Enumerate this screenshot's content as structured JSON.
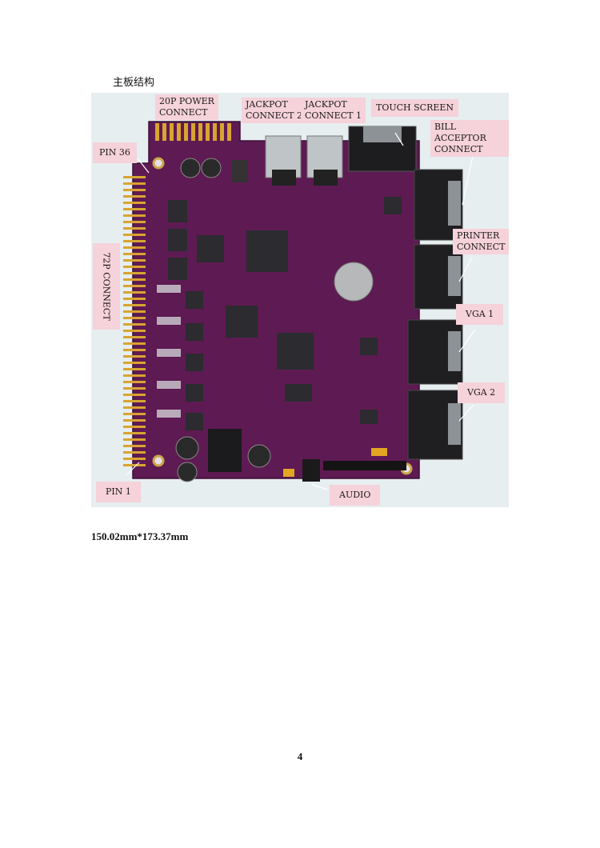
{
  "heading": "主板结构",
  "labels": {
    "power": "20P POWER\nCONNECT",
    "jackpot2": "JACKPOT\nCONNECT 2",
    "jackpot1": "JACKPOT\nCONNECT 1",
    "touch": "TOUCH SCREEN",
    "bill": "BILL ACCEPTOR\nCONNECT",
    "pin36": "PIN 36",
    "connect72": "72P CONNECT",
    "printer": "PRINTER\nCONNECT",
    "vga1": "VGA 1",
    "vga2": "VGA 2",
    "pin1": "PIN 1",
    "audio": "AUDIO"
  },
  "dimensions": "150.02mm*173.37mm",
  "page_number": "4",
  "colors": {
    "pcb": "#5e1a52",
    "callout": "#f6d2da",
    "photo_bg": "#e6eef0",
    "gold": "#d9a431"
  }
}
